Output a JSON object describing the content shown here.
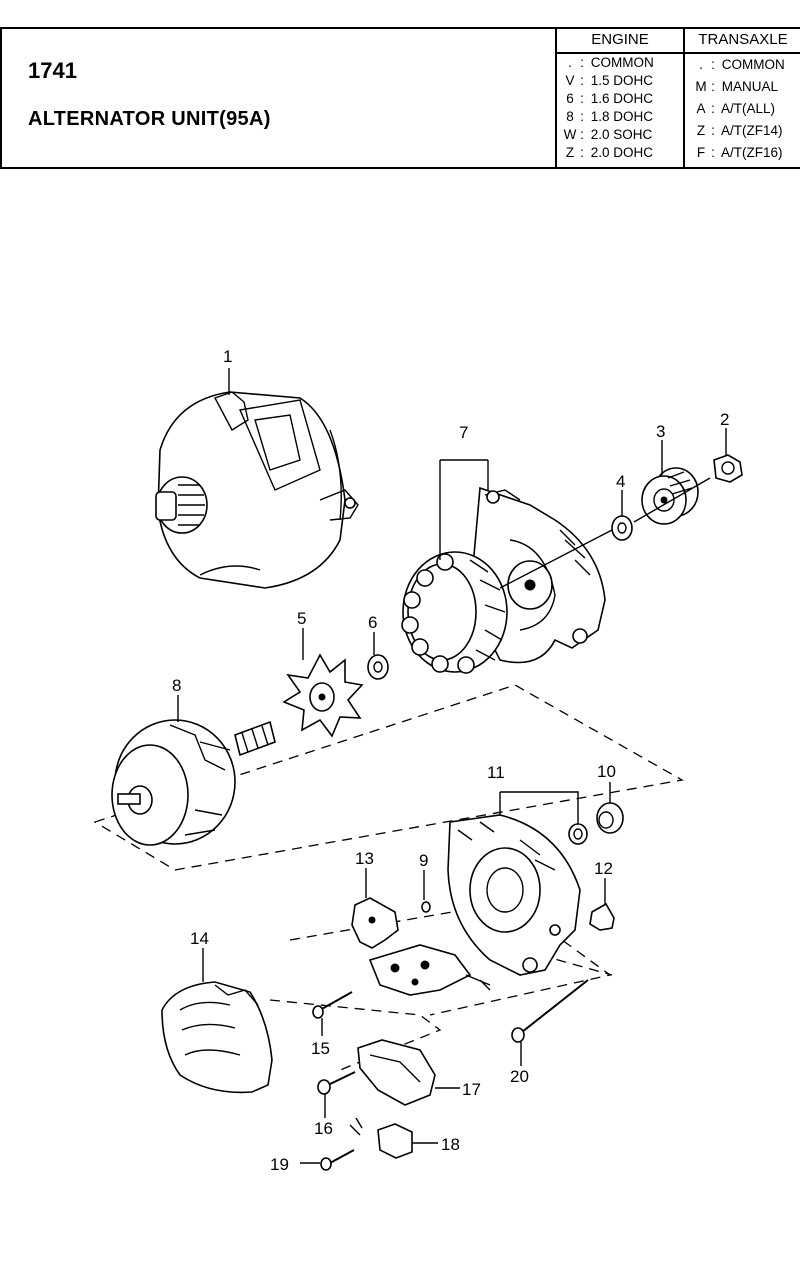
{
  "header": {
    "part_number": "1741",
    "title": "ALTERNATOR UNIT(95A)",
    "engine": {
      "heading": "ENGINE",
      "rows": [
        {
          "code": ".",
          "value": "COMMON"
        },
        {
          "code": "V",
          "value": "1.5 DOHC"
        },
        {
          "code": "6",
          "value": "1.6 DOHC"
        },
        {
          "code": "8",
          "value": "1.8 DOHC"
        },
        {
          "code": "W",
          "value": "2.0 SOHC"
        },
        {
          "code": "Z",
          "value": "2.0 DOHC"
        }
      ]
    },
    "transaxle": {
      "heading": "TRANSAXLE",
      "rows": [
        {
          "code": ".",
          "value": "COMMON"
        },
        {
          "code": "M",
          "value": "MANUAL"
        },
        {
          "code": "A",
          "value": "A/T(ALL)"
        },
        {
          "code": "Z",
          "value": "A/T(ZF14)"
        },
        {
          "code": "F",
          "value": "A/T(ZF16)"
        }
      ]
    }
  },
  "callouts": [
    "1",
    "2",
    "3",
    "4",
    "5",
    "6",
    "7",
    "8",
    "9",
    "10",
    "11",
    "12",
    "13",
    "14",
    "15",
    "16",
    "17",
    "18",
    "19",
    "20"
  ]
}
